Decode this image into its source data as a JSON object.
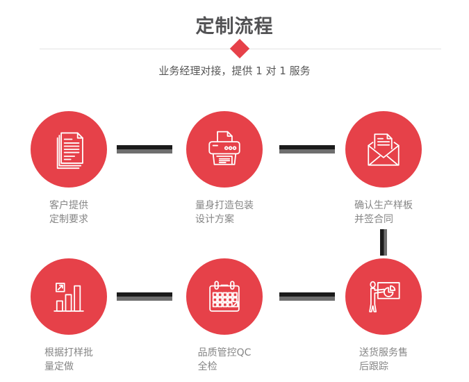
{
  "header": {
    "title": "定制流程",
    "subtitle": "业务经理对接，提供 1 对 1 服务"
  },
  "colors": {
    "accent_red": "#e64149",
    "connector_black": "#1b1b1b",
    "connector_gray": "#6e6e6e",
    "divider_gray": "#e2e2e2"
  },
  "steps": [
    {
      "icon": "documents-icon",
      "label_line1": "客户提供",
      "label_line2": "定制要求"
    },
    {
      "icon": "printer-icon",
      "label_line1": "量身打造包装",
      "label_line2": "设计方案"
    },
    {
      "icon": "envelope-icon",
      "label_line1": "确认生产样板",
      "label_line2": "并签合同"
    },
    {
      "icon": "bar-chart-icon",
      "label_line1": "根据打样批",
      "label_line2": "量定做"
    },
    {
      "icon": "calendar-icon",
      "label_line1": "品质管控QC",
      "label_line2": "全检"
    },
    {
      "icon": "presentation-icon",
      "label_line1": "送货服务售",
      "label_line2": "后跟踪"
    }
  ]
}
